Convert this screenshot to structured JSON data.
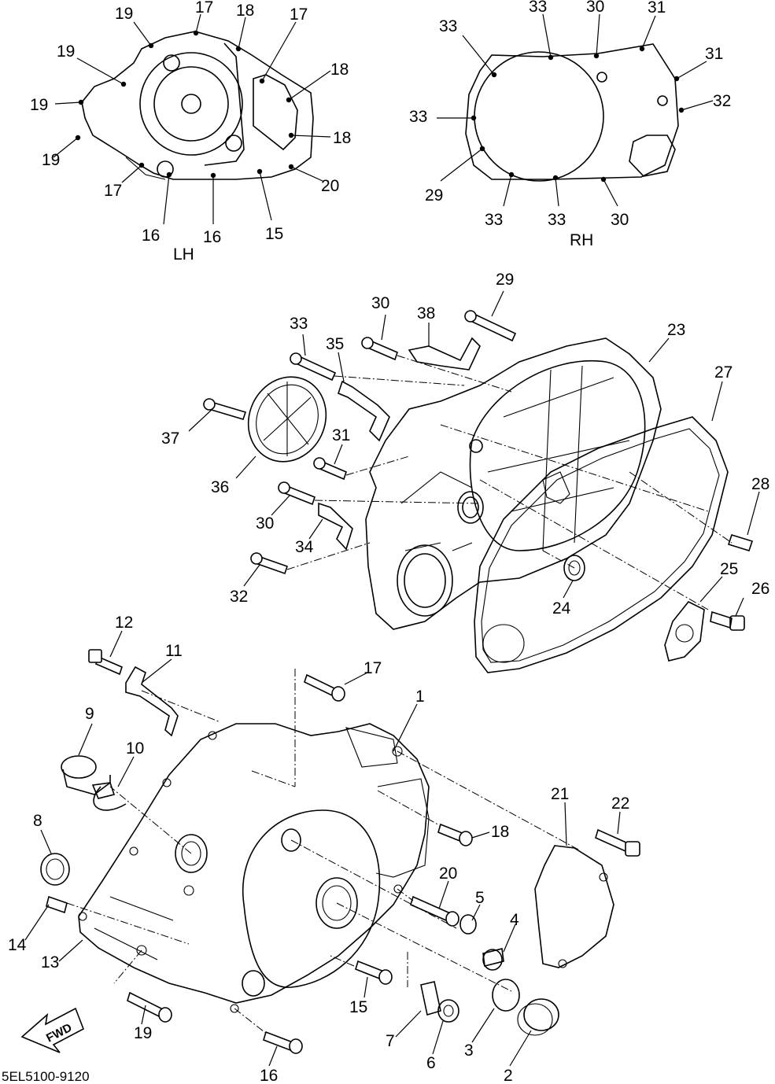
{
  "diagram_code": "5EL5100-9120",
  "fwd_label": "FWD",
  "views": {
    "lh_label": "LH",
    "rh_label": "RH"
  },
  "lh_callouts": [
    "19",
    "17",
    "18",
    "17",
    "19",
    "18",
    "19",
    "18",
    "19",
    "17",
    "16",
    "16",
    "15",
    "20"
  ],
  "rh_callouts": [
    "33",
    "33",
    "30",
    "31",
    "31",
    "33",
    "32",
    "29",
    "33",
    "33",
    "30"
  ],
  "exploded_callouts": [
    "29",
    "30",
    "38",
    "33",
    "35",
    "23",
    "27",
    "37",
    "31",
    "36",
    "28",
    "30",
    "34",
    "32",
    "25",
    "26",
    "24",
    "12",
    "11",
    "17",
    "1",
    "9",
    "10",
    "21",
    "22",
    "8",
    "18",
    "20",
    "5",
    "14",
    "4",
    "13",
    "15",
    "7",
    "6",
    "3",
    "2",
    "19",
    "16"
  ]
}
